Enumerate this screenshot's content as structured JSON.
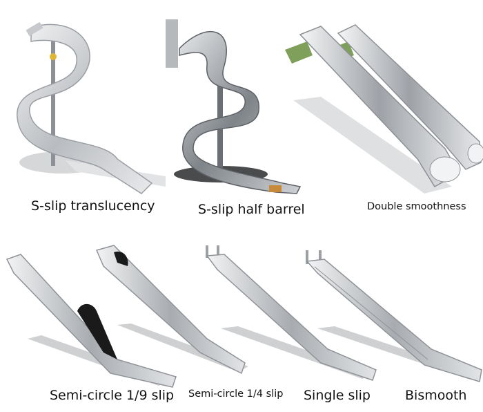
{
  "products": [
    {
      "id": "s-slip-translucency",
      "label": "S-slip translucency"
    },
    {
      "id": "s-slip-half-barrel",
      "label": "S-slip half barrel"
    },
    {
      "id": "double-smoothness",
      "label": "Double smoothness"
    },
    {
      "id": "semi-circle-1-9-slip",
      "label": "Semi-circle 1/9 slip"
    },
    {
      "id": "semi-circle-1-4-slip",
      "label": "Semi-circle 1/4 slip"
    },
    {
      "id": "single-slip",
      "label": "Single slip"
    },
    {
      "id": "bismooth",
      "label": "Bismooth"
    }
  ]
}
